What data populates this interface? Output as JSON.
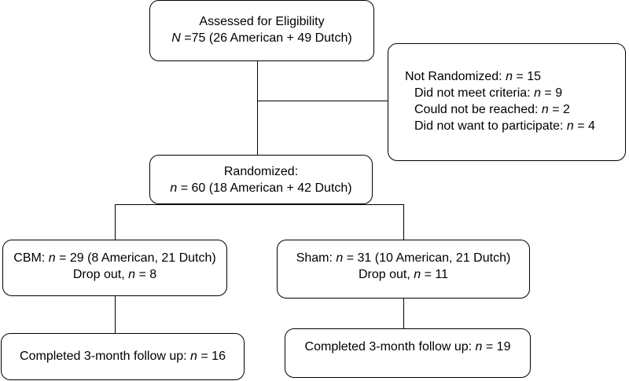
{
  "eligibility": {
    "line1": "Assessed for Eligibility",
    "n_symbol": "N",
    "line2_rest": " =75 (26 American + 49 Dutch)"
  },
  "not_randomized": {
    "title_prefix": "Not Randomized: ",
    "n_symbol": "n",
    "title_suffix": " = 15",
    "items": [
      {
        "prefix": "Did not meet criteria: ",
        "n_symbol": "n",
        "suffix": " = 9"
      },
      {
        "prefix": "Could not be reached: ",
        "n_symbol": "n",
        "suffix": " = 2"
      },
      {
        "prefix": "Did not want to participate: ",
        "n_symbol": "n",
        "suffix": " = 4"
      }
    ]
  },
  "randomized": {
    "line1": "Randomized:",
    "n_symbol": "n",
    "line2_rest": " = 60 (18 American + 42 Dutch)"
  },
  "cbm": {
    "prefix": "CBM: ",
    "n_symbol": "n",
    "suffix": " = 29 (8 American, 21 Dutch)",
    "dropout_prefix": "Drop out, ",
    "dropout_n_symbol": "n",
    "dropout_suffix": " = 8"
  },
  "sham": {
    "prefix": "Sham: ",
    "n_symbol": "n",
    "suffix": " = 31 (10 American, 21 Dutch)",
    "dropout_prefix": "Drop out, ",
    "dropout_n_symbol": "n",
    "dropout_suffix": " = 11"
  },
  "cbm_followup": {
    "prefix": "Completed 3-month follow up: ",
    "n_symbol": "n",
    "suffix": " = 16"
  },
  "sham_followup": {
    "prefix": "Completed 3-month follow up: ",
    "n_symbol": "n",
    "suffix": " = 19"
  }
}
